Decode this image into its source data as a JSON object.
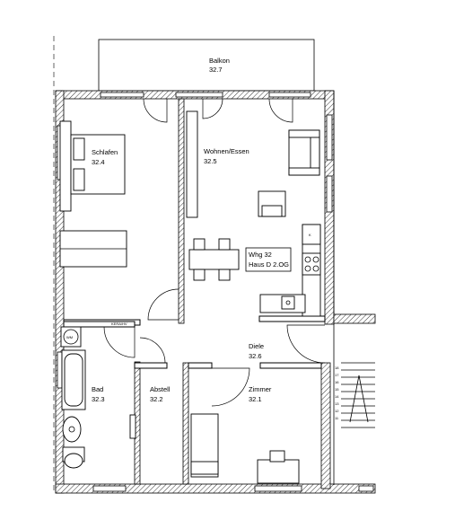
{
  "rooms": {
    "balkon": {
      "name": "Balkon",
      "number": "32.7"
    },
    "schlafen": {
      "name": "Schlafen",
      "number": "32.4"
    },
    "wohnen": {
      "name": "Wohnen/Essen",
      "number": "32.5"
    },
    "diele": {
      "name": "Diele",
      "number": "32.6"
    },
    "bad": {
      "name": "Bad",
      "number": "32.3"
    },
    "abstell": {
      "name": "Abstell",
      "number": "32.2"
    },
    "zimmer": {
      "name": "Zimmer",
      "number": "32.1"
    }
  },
  "unit_label": {
    "line1": "Whg 32",
    "line2": "Haus D 2.OG"
  },
  "fixtures": {
    "wm": "WM",
    "kerra": "KERA/HV",
    "k": "K"
  },
  "stair_numbers": [
    "18",
    "17",
    "16",
    "15",
    "14",
    "13",
    "12",
    "11"
  ]
}
